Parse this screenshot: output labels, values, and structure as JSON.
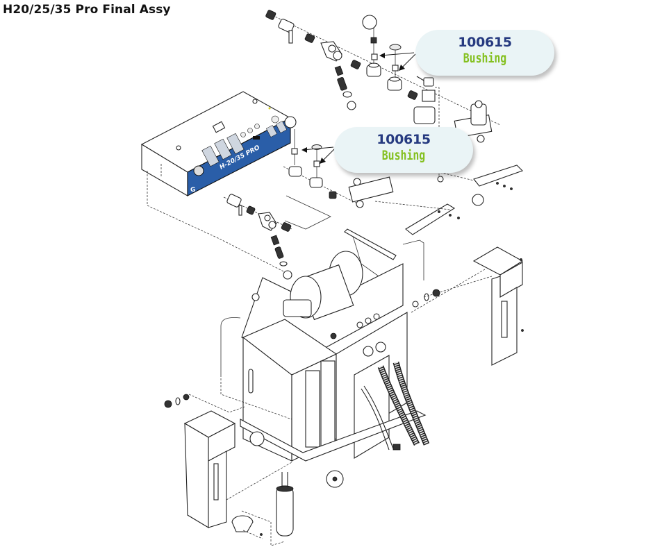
{
  "title": "H20/25/35 Pro Final Assy",
  "panel_label": "H-20/35 PRO",
  "callouts": [
    {
      "part_number": "100615",
      "part_name": "Bushing"
    },
    {
      "part_number": "100615",
      "part_name": "Bushing"
    }
  ],
  "colors": {
    "part_number": "#263a80",
    "part_name": "#84c01f",
    "callout_bg": "#eaf4f6",
    "control_panel": "#2a5ea8"
  }
}
